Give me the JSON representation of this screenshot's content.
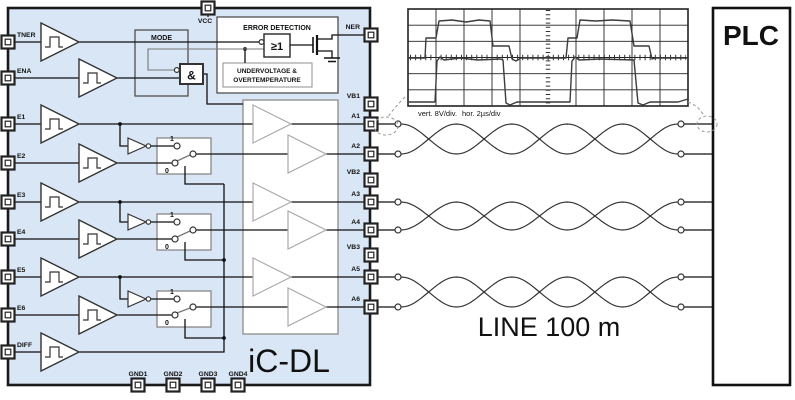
{
  "chip": {
    "name": "iC-DL",
    "fill_color": "#d9e6f5",
    "pins": {
      "left": [
        "TNER",
        "ENA",
        "E1",
        "E2",
        "E3",
        "E4",
        "E5",
        "E6",
        "DIFF"
      ],
      "top": [
        "VCC"
      ],
      "right": [
        "NER",
        "VB1",
        "A1",
        "A2",
        "VB2",
        "A3",
        "A4",
        "VB3",
        "A5",
        "A6"
      ],
      "bottom": [
        "GND1",
        "GND2",
        "GND3",
        "GND4"
      ]
    },
    "blocks": {
      "mode": "MODE",
      "error_detection": "ERROR DETECTION",
      "undervoltage_overtemperature": [
        "UNDERVOLTAGE &",
        "OVERTEMPERATURE"
      ],
      "or_gate": "≥1",
      "and_gate": "&",
      "mux_one": "1",
      "mux_zero": "0"
    }
  },
  "scope": {
    "vert_label": "vert. 8V/div.",
    "hor_label": "hor. 2µs/div",
    "grid": {
      "cols": 10,
      "rows": 6
    },
    "traces": {
      "upper": [
        [
          408,
          58
        ],
        [
          425,
          58
        ],
        [
          426,
          38
        ],
        [
          436,
          38
        ],
        [
          439,
          21
        ],
        [
          452,
          20
        ],
        [
          466,
          22
        ],
        [
          479,
          20
        ],
        [
          490,
          21
        ],
        [
          493,
          46
        ],
        [
          509,
          46
        ],
        [
          512,
          59
        ],
        [
          516,
          61
        ],
        [
          521,
          58
        ],
        [
          566,
          58
        ],
        [
          568,
          38
        ],
        [
          577,
          38
        ],
        [
          580,
          20
        ],
        [
          596,
          21
        ],
        [
          612,
          20
        ],
        [
          630,
          21
        ],
        [
          634,
          46
        ],
        [
          649,
          46
        ],
        [
          652,
          59
        ],
        [
          656,
          58
        ],
        [
          688,
          58
        ]
      ],
      "lower": [
        [
          408,
          102
        ],
        [
          435,
          102
        ],
        [
          437,
          61
        ],
        [
          440,
          57
        ],
        [
          444,
          60
        ],
        [
          460,
          58
        ],
        [
          478,
          60
        ],
        [
          500,
          59
        ],
        [
          503,
          60
        ],
        [
          506,
          103
        ],
        [
          510,
          105
        ],
        [
          517,
          102
        ],
        [
          570,
          102
        ],
        [
          572,
          61
        ],
        [
          575,
          57
        ],
        [
          579,
          60
        ],
        [
          600,
          59
        ],
        [
          634,
          60
        ],
        [
          638,
          103
        ],
        [
          643,
          105
        ],
        [
          650,
          102
        ],
        [
          678,
          102
        ],
        [
          688,
          99
        ]
      ]
    }
  },
  "line_label": "LINE 100 m",
  "plc_label": "PLC"
}
